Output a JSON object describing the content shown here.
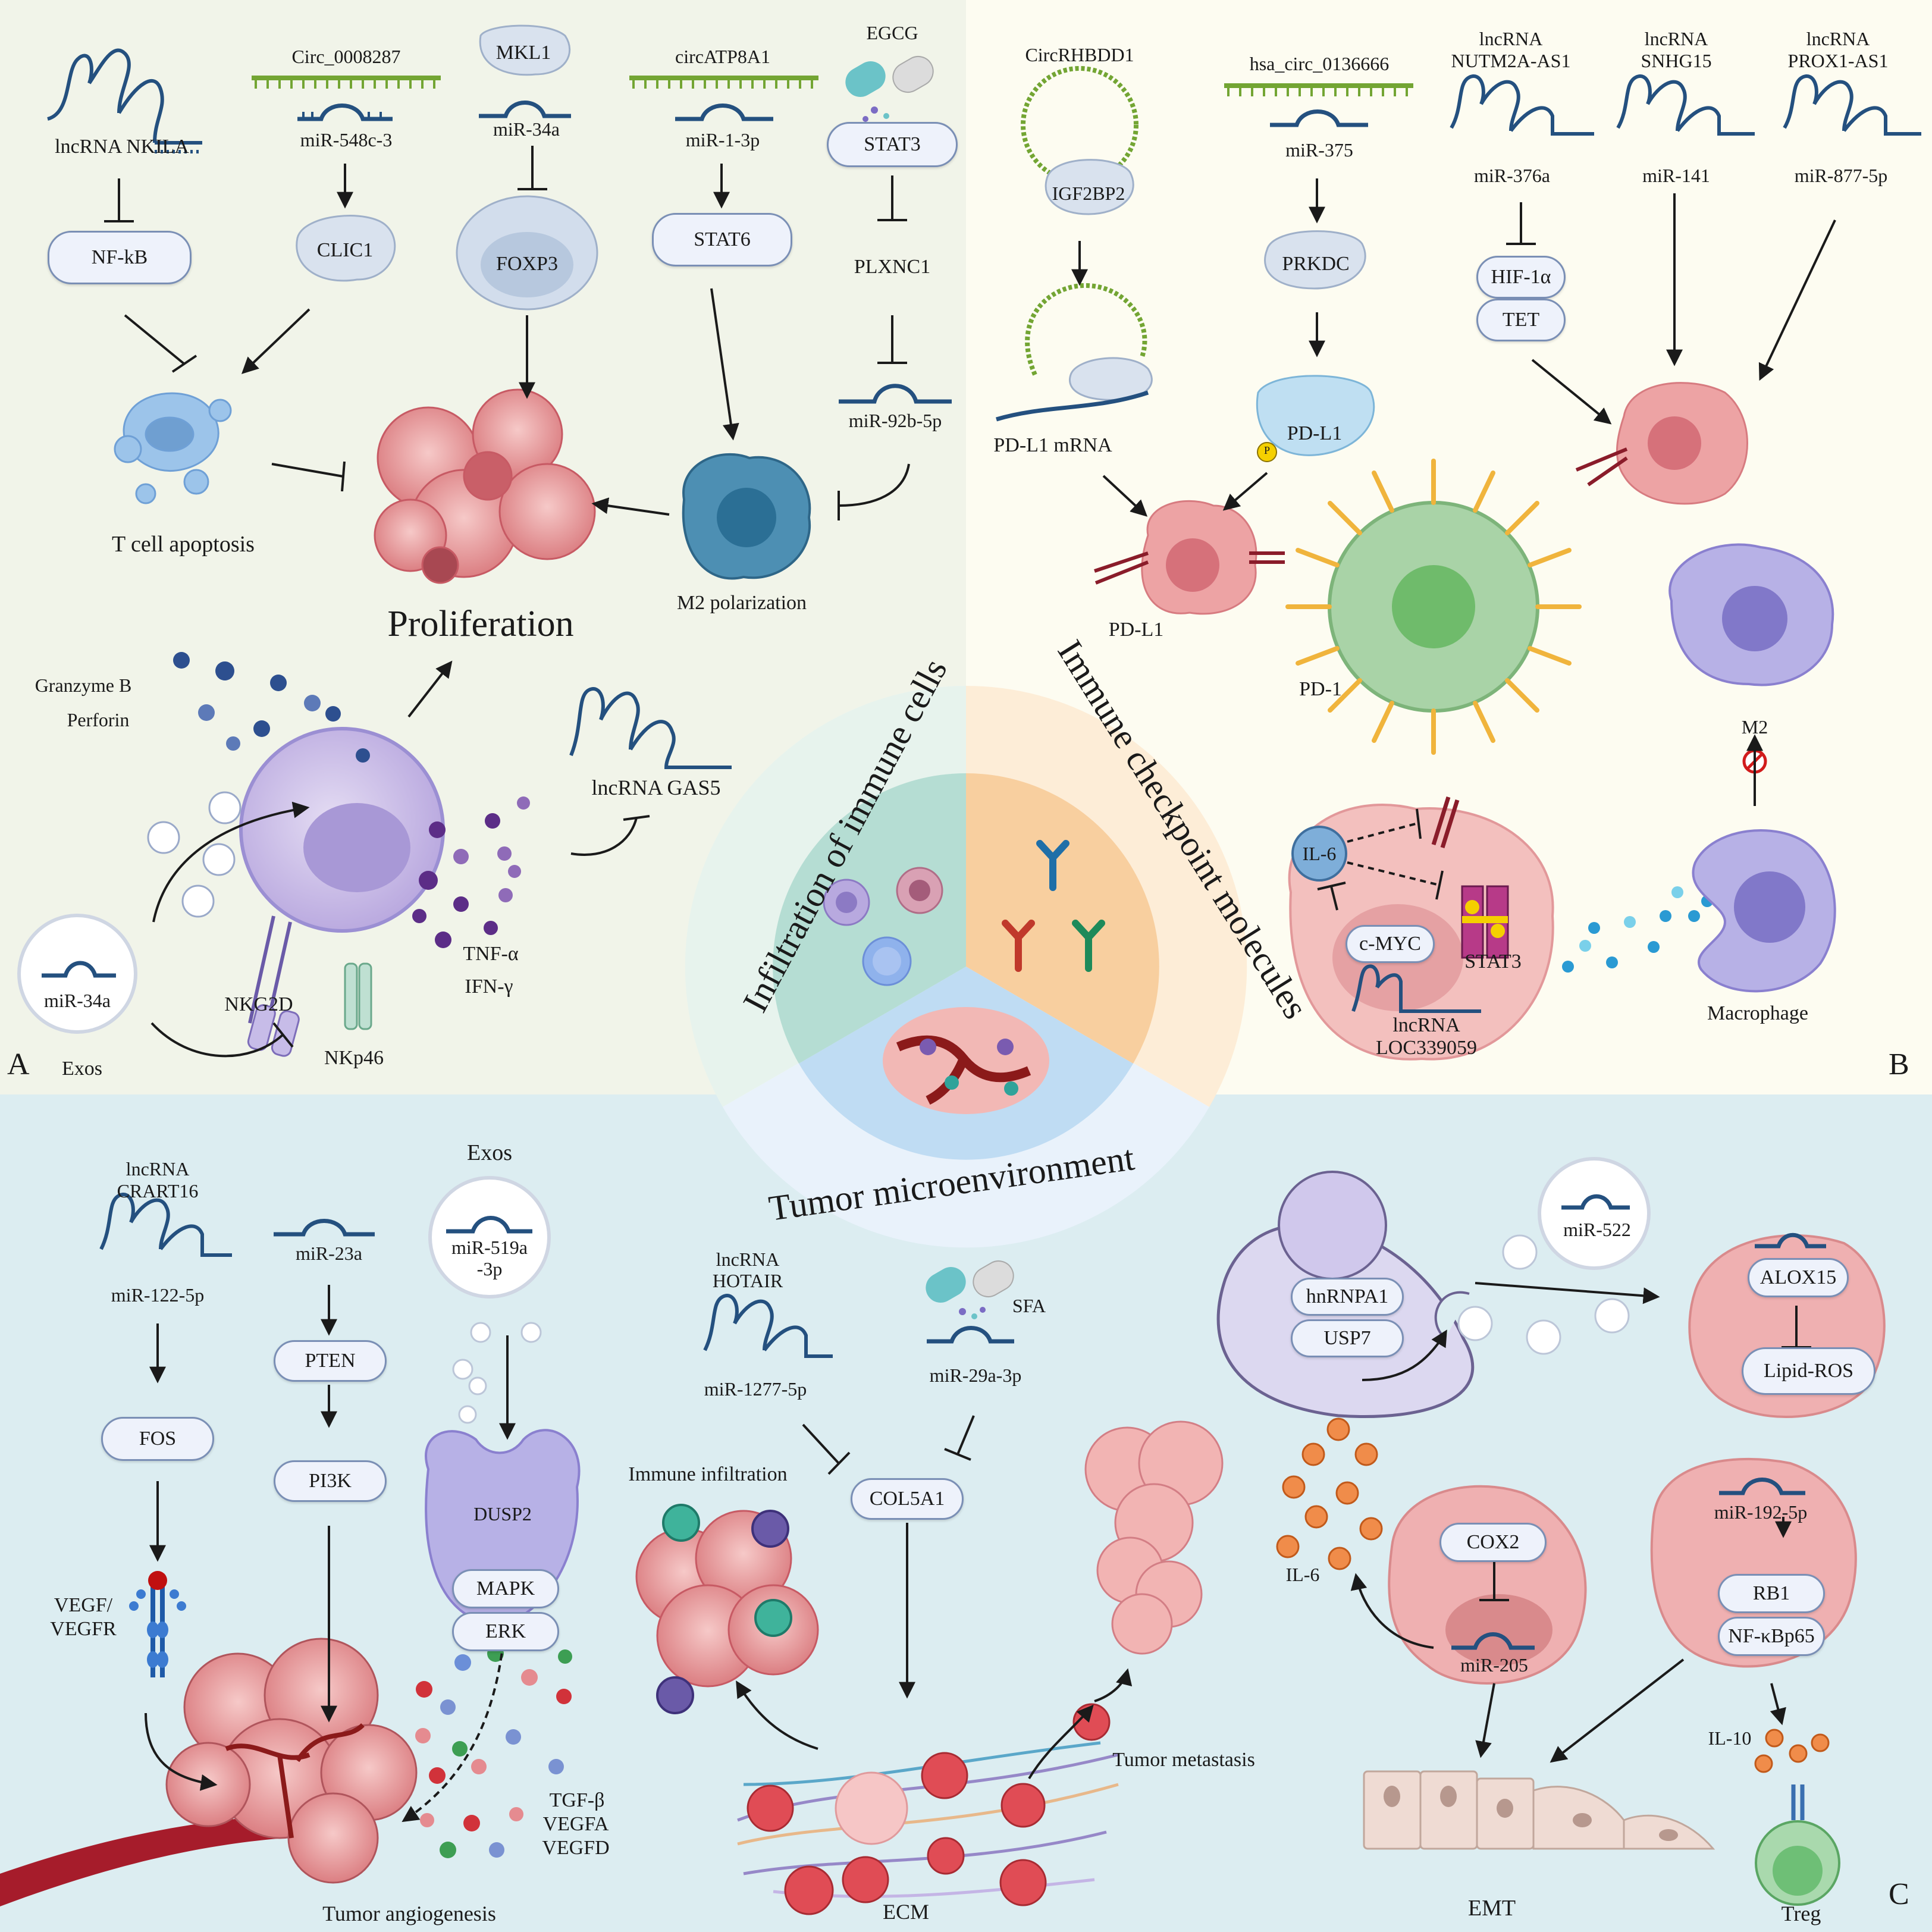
{
  "panelA": {
    "letter": "A",
    "lncrna_nkila": "lncRNA NKILA",
    "nfkb": "NF-kB",
    "circ_0008287": "Circ_0008287",
    "mir_548c": "miR-548c-3",
    "clic1": "CLIC1",
    "mkl1": "MKL1",
    "mir_34a_top": "miR-34a",
    "foxp3": "FOXP3",
    "circatp8a1": "circATP8A1",
    "mir_1_3p": "miR-1-3p",
    "stat6": "STAT6",
    "egcg": "EGCG",
    "stat3": "STAT3",
    "plxnc1": "PLXNC1",
    "mir_92b": "miR-92b-5p",
    "t_cell_apoptosis": "T cell apoptosis",
    "proliferation": "Proliferation",
    "m2_polarization": "M2 polarization",
    "granzyme": "Granzyme B",
    "perforin": "Perforin",
    "lncrna_gas5": "lncRNA GAS5",
    "mir_34a_exo": "miR-34a",
    "exos": "Exos",
    "nkg2d": "NKG2D",
    "nkp46": "NKp46",
    "tnf": "TNF-α",
    "ifn": "IFN-γ"
  },
  "panelB": {
    "letter": "B",
    "circrhbdd1": "CircRHBDD1",
    "igf2bp2": "IGF2BP2",
    "pdl1_mrna": "PD-L1 mRNA",
    "hsa_circ": "hsa_circ_0136666",
    "mir_375": "miR-375",
    "prkdc": "PRKDC",
    "pdl1_box": "PD-L1",
    "pdl1_cell": "PD-L1",
    "pd1": "PD-1",
    "nutm2a_l1": "lncRNA",
    "nutm2a_l2": "NUTM2A-AS1",
    "mir_376a": "miR-376a",
    "hif1a": "HIF-1α",
    "tet": "TET",
    "snhg15_l1": "lncRNA",
    "snhg15_l2": "SNHG15",
    "mir_141": "miR-141",
    "prox1_l1": "lncRNA",
    "prox1_l2": "PROX1-AS1",
    "mir_877": "miR-877-5p",
    "m2": "M2",
    "il6": "IL-6",
    "cmyc": "c-MYC",
    "stat3": "STAT3",
    "loc_l1": "lncRNA",
    "loc_l2": "LOC339059",
    "macrophage": "Macrophage",
    "p_mark": "P"
  },
  "center": {
    "infiltration": "Infiltration of immune cells",
    "checkpoint": "Immune checkpoint molecules",
    "tme": "Tumor microenvironment"
  },
  "panelC": {
    "letter": "C",
    "crart16_l1": "lncRNA",
    "crart16_l2": "CRART16",
    "mir_122": "miR-122-5p",
    "fos": "FOS",
    "vegf_l1": "VEGF/",
    "vegf_l2": "VEGFR",
    "mir_23a": "miR-23a",
    "pten": "PTEN",
    "pi3k": "PI3K",
    "exos": "Exos",
    "mir_519a_l1": "miR-519a",
    "mir_519a_l2": "-3p",
    "dusp2": "DUSP2",
    "mapk": "MAPK",
    "erk": "ERK",
    "tgfb": "TGF-β",
    "vegfa": "VEGFA",
    "vegfd": "VEGFD",
    "angiogenesis": "Tumor angiogenesis",
    "hotair_l1": "lncRNA",
    "hotair_l2": "HOTAIR",
    "mir_1277": "miR-1277-5p",
    "sfa": "SFA",
    "mir_29a": "miR-29a-3p",
    "col5a1": "COL5A1",
    "immune_infiltration": "Immune infiltration",
    "ecm": "ECM",
    "metastasis": "Tumor metastasis",
    "hnrnpa1": "hnRNPA1",
    "usp7": "USP7",
    "mir_522": "miR-522",
    "alox15": "ALOX15",
    "lipid_ros": "Lipid-ROS",
    "il6": "IL-6",
    "cox2": "COX2",
    "mir_205": "miR-205",
    "mir_192": "miR-192-5p",
    "rb1": "RB1",
    "nfkbp65": "NF-κBp65",
    "il10": "IL-10",
    "emt": "EMT",
    "treg": "Treg"
  },
  "colors": {
    "panelA_bg": "#f1f4e9",
    "panelB_bg": "#fdfcf1",
    "panelC_bg": "#dcedf1",
    "rna_blue": "#24507f",
    "rna_green": "#73a533",
    "box_border": "#7a8fb5",
    "tumor_pink": "#e9a1a3",
    "macrophage_purple": "#9b8fd3",
    "pd1_green": "#8fbf8a",
    "pd1_yellow": "#f0b43c"
  }
}
